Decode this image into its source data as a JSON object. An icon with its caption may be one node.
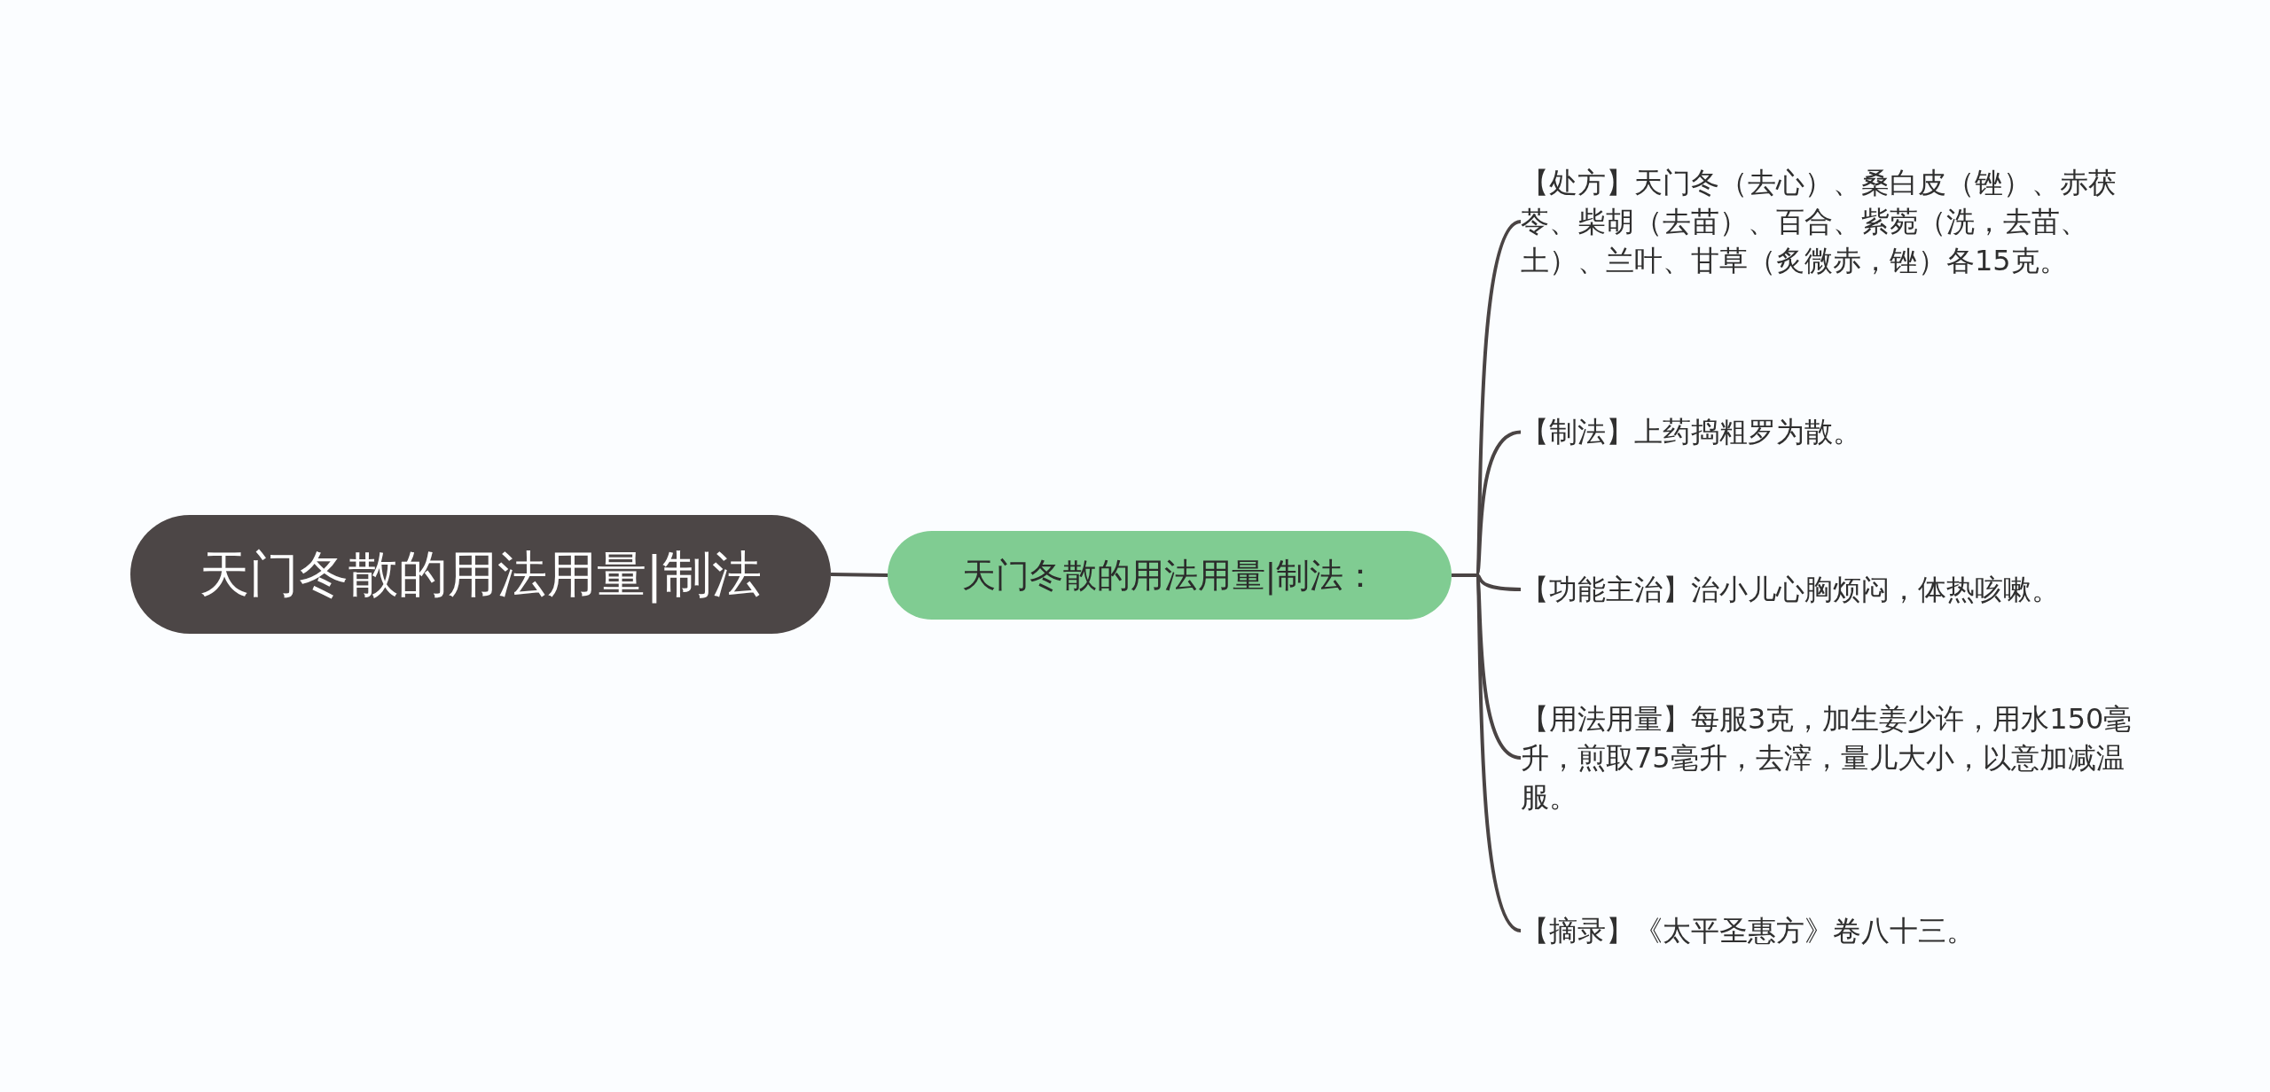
{
  "diagram": {
    "nodes": [
      {
        "text": [
          "天门冬散的用法用量|制法"
        ]
      },
      {
        "text": [
          "天门冬散的用法用量|制法："
        ]
      },
      {
        "text": [
          "【处方】天门冬（去心）、桑白皮（锉）、赤茯苓、柴胡（去苗）、百合、紫菀（洗，去苗、土）、兰叶、甘草（炙微赤，锉）各15克。"
        ]
      },
      {
        "text": [
          "【制法】上药捣粗罗为散。"
        ]
      },
      {
        "text": [
          "【功能主治】治小儿心胸烦闷，体热咳嗽。"
        ]
      },
      {
        "text": [
          "【用法用量】每服3克，加生姜少许，用水150毫升，煎取75毫升，去滓，量儿大小，以意加减温服。"
        ]
      },
      {
        "text": [
          "【摘录】《太平圣惠方》卷八十三。"
        ]
      }
    ],
    "edges": [
      {
        "from": 0,
        "to": 1,
        "arrow": "none"
      },
      {
        "from": 1,
        "to": 2,
        "arrow": "none"
      },
      {
        "from": 1,
        "to": 3,
        "arrow": "none"
      },
      {
        "from": 1,
        "to": 4,
        "arrow": "none"
      },
      {
        "from": 1,
        "to": 5,
        "arrow": "none"
      },
      {
        "from": 1,
        "to": 6,
        "arrow": "none"
      }
    ]
  }
}
